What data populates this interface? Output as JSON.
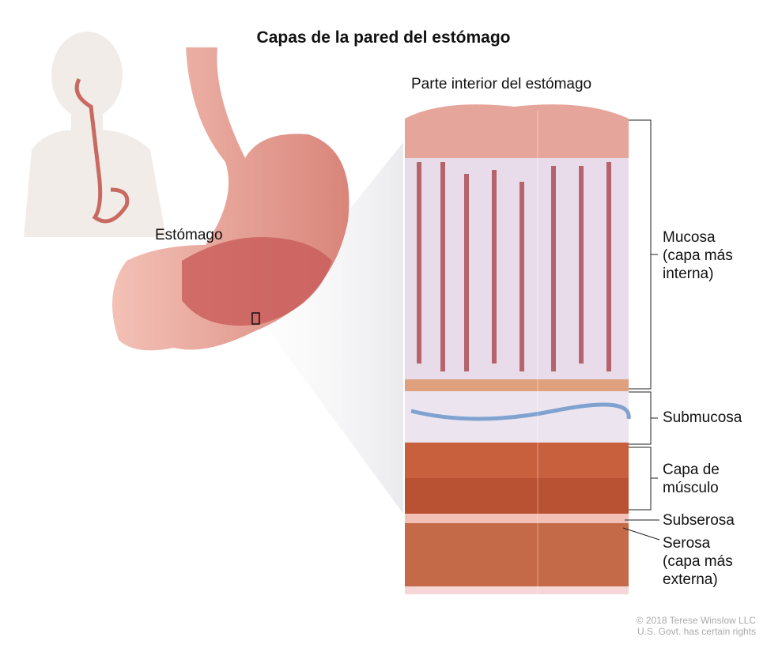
{
  "title": "Capas de la pared del estómago",
  "inner_label": "Parte interior del estómago",
  "organ_label": "Estómago",
  "layers": [
    {
      "name": "Mucosa\n(capa más\ninterna)"
    },
    {
      "name": "Submucosa"
    },
    {
      "name": "Capa de\nmúsculo"
    },
    {
      "name": "Subserosa"
    },
    {
      "name": "Serosa\n(capa más\nexterna)"
    }
  ],
  "copyright": "© 2018 Terese Winslow LLC\nU.S. Govt. has certain rights",
  "colors": {
    "tissue": "#e8a29a",
    "muscle": "#c8603e",
    "mucosa_bg": "#e9dcea"
  }
}
